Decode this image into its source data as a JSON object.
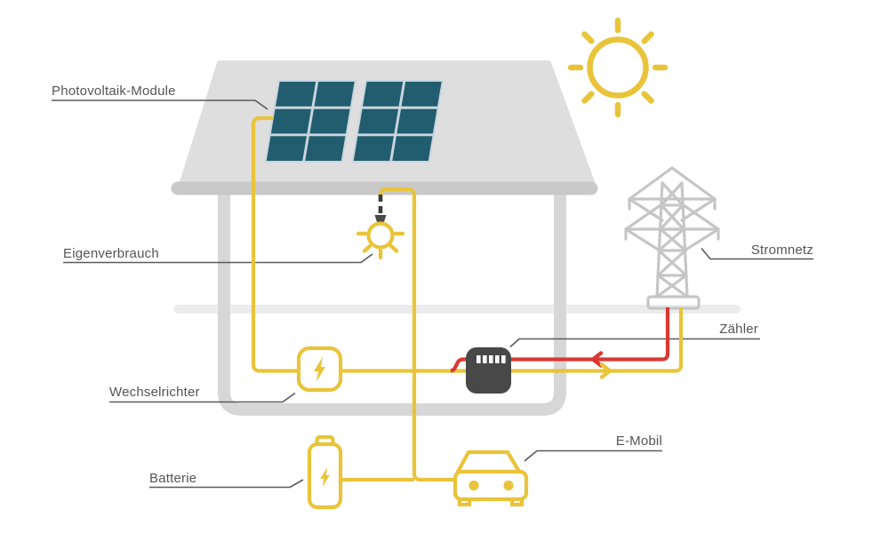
{
  "diagram_title": "Photovoltaik Energiefluss (solar home energy flow diagram)",
  "labels": {
    "photovoltaik": "Photovoltaik-Module",
    "eigenverbrauch": "Eigenverbrauch",
    "wechselrichter": "Wechselrichter",
    "batterie": "Batterie",
    "stromnetz": "Stromnetz",
    "zaehler": "Zähler",
    "emobil": "E-Mobil"
  },
  "icons": {
    "sun": "sun-icon",
    "solar_panels": "solar-panel-icon",
    "lightbulb": "lightbulb-icon",
    "inverter_bolt": "lightning-bolt-icon",
    "battery_bolt": "lightning-bolt-icon",
    "meter": "electricity-meter-icon",
    "pylon": "power-pylon-icon",
    "car": "electric-car-icon",
    "arrow_export": "arrow-right-icon",
    "arrow_import": "arrow-left-icon"
  },
  "colors": {
    "bg": "#ffffff",
    "yellow": "#e9c43a",
    "red": "#da3832",
    "panel": "#225c6f",
    "panel_gap": "#c9d6dd",
    "roof": "#dedede",
    "roof_edge": "#c9c9c9",
    "wall": "#d7d7d7",
    "ground": "#ececec",
    "pylon": "#c6c6c6",
    "meter": "#484848",
    "cord": "#3c3c3c",
    "text": "#555555",
    "label_line": "#5a5a5a"
  }
}
